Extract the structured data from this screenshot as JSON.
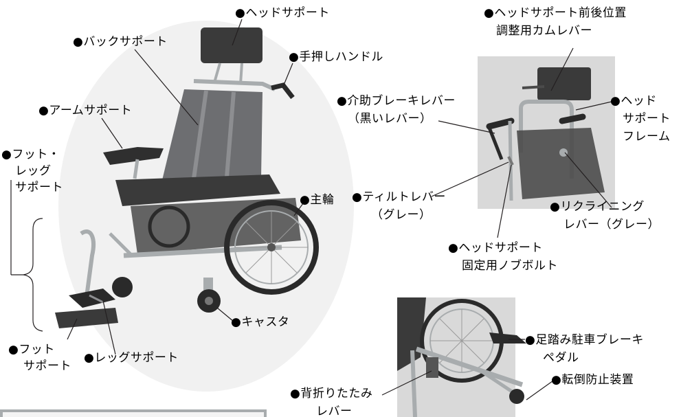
{
  "colors": {
    "ink": "#231f20",
    "photo_bg": "#d9d9d9",
    "frame": "#a8acae",
    "upholstery": "#6d6e71",
    "cushion": "#3a3a3a"
  },
  "main": {
    "headrest": "●ヘッドサポート",
    "backrest": "●バックサポート",
    "push_handle": "●手押しハンドル",
    "armrest": "●アームサポート",
    "footleg_1": "●フット・",
    "footleg_2": "レッグ",
    "footleg_3": "サポート",
    "main_wheel": "●主輪",
    "caster": "●キャスタ",
    "footrest_1": "●フット",
    "footrest_2": "サポート",
    "legrest": "●レッグサポート"
  },
  "detail_back": {
    "headrest_cam_1": "●ヘッドサポート前後位置",
    "headrest_cam_2": "調整用カムレバー",
    "assist_brake_1": "●介助ブレーキレバー",
    "assist_brake_2": "（黒いレバー）",
    "headrest_frame_1": "●ヘッド",
    "headrest_frame_2": "サポート",
    "headrest_frame_3": "フレーム",
    "tilt_1": "●ティルトレバー",
    "tilt_2": "（グレー）",
    "recline_1": "●リクライニング",
    "recline_2": "レバー（グレー）",
    "knob_1": "●ヘッドサポート",
    "knob_2": "固定用ノブボルト"
  },
  "detail_rear": {
    "foot_brake_1": "●足踏み駐車ブレーキ",
    "foot_brake_2": "ペダル",
    "anti_tip": "●転倒防止装置",
    "fold_1": "●背折りたたみ",
    "fold_2": "レバー"
  }
}
